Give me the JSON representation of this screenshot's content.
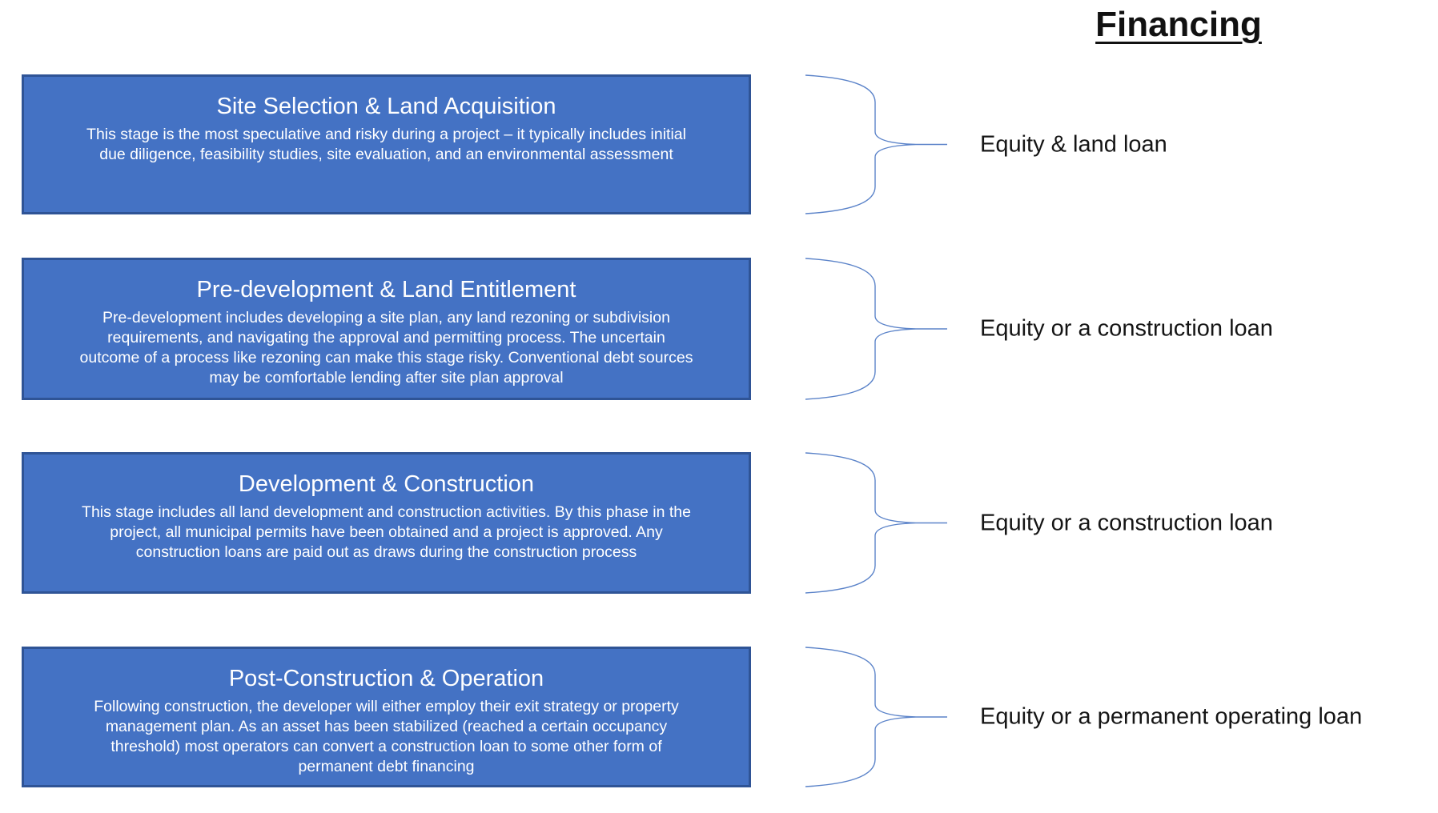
{
  "header": {
    "title": "Financing"
  },
  "colors": {
    "box_fill": "#4472C4",
    "box_border": "#2F5496",
    "brace_line": "#5b83c9",
    "box_text": "#FFFFFF",
    "label_text": "#151515"
  },
  "icons": {
    "connector": "right-curly-brace-icon"
  },
  "stages": [
    {
      "title": "Site Selection & Land Acquisition",
      "description_lines": [
        "This stage is the most speculative and risky during a project – it typically includes initial",
        "due diligence, feasibility studies, site evaluation, and an environmental assessment"
      ],
      "financing": "Equity & land loan"
    },
    {
      "title": "Pre-development & Land Entitlement",
      "description_lines": [
        "Pre-development includes developing a site plan, any land rezoning or subdivision",
        "requirements, and navigating the approval and permitting process. The uncertain",
        "outcome of a process like rezoning can make this stage risky. Conventional debt sources",
        "may be comfortable lending after site plan approval"
      ],
      "financing": "Equity or a construction loan"
    },
    {
      "title": "Development & Construction",
      "description_lines": [
        "This stage includes all land development and construction activities. By this phase in the",
        "project, all municipal permits have been obtained and a project is approved. Any",
        "construction loans are paid out as draws during the construction process"
      ],
      "financing": "Equity or a construction loan"
    },
    {
      "title": "Post-Construction & Operation",
      "description_lines": [
        "Following construction, the developer will either employ their exit strategy or property",
        "management plan. As an asset has been stabilized (reached a certain occupancy",
        "threshold) most operators can convert a construction loan to some other form of",
        "permanent debt financing"
      ],
      "financing": "Equity or a permanent operating loan"
    }
  ]
}
